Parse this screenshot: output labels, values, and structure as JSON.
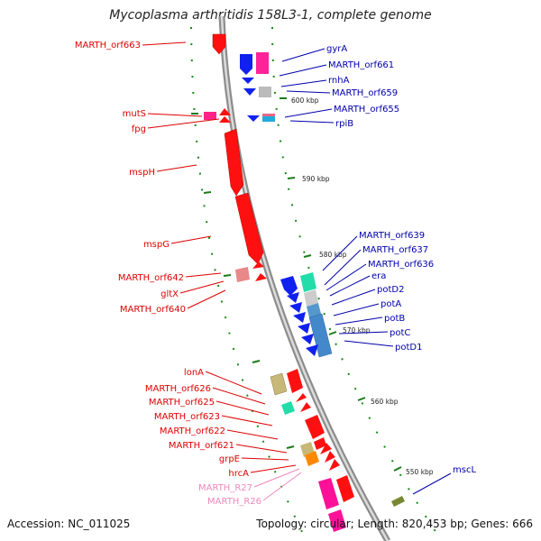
{
  "title": "Mycoplasma arthritidis 158L3-1, complete genome",
  "footer": {
    "accession": "Accession: NC_011025",
    "summary": "Topology: circular; Length: 820,453 bp; Genes: 666"
  },
  "colors": {
    "forward_label": "#dd0000",
    "reverse_label": "#0000aa",
    "rna_label": "#ee88bb",
    "backbone": "#9a9a9a"
  },
  "ticks": [
    "600 kbp",
    "590 kbp",
    "580 kbp",
    "570 kbp",
    "560 kbp",
    "550 kbp"
  ],
  "left_labels": [
    "MARTH_orf663",
    "mutS",
    "fpg",
    "mspH",
    "mspG",
    "MARTH_orf642",
    "gltX",
    "MARTH_orf640",
    "lonA",
    "MARTH_orf626",
    "MARTH_orf625",
    "MARTH_orf623",
    "MARTH_orf622",
    "MARTH_orf621",
    "grpE",
    "hrcA",
    "MARTH_R27",
    "MARTH_R26"
  ],
  "right_labels": [
    "gyrA",
    "MARTH_orf661",
    "rnhA",
    "MARTH_orf659",
    "MARTH_orf655",
    "rpiB",
    "MARTH_orf639",
    "MARTH_orf637",
    "MARTH_orf636",
    "era",
    "potD2",
    "potA",
    "potB",
    "potC",
    "potD1",
    "mscL"
  ]
}
